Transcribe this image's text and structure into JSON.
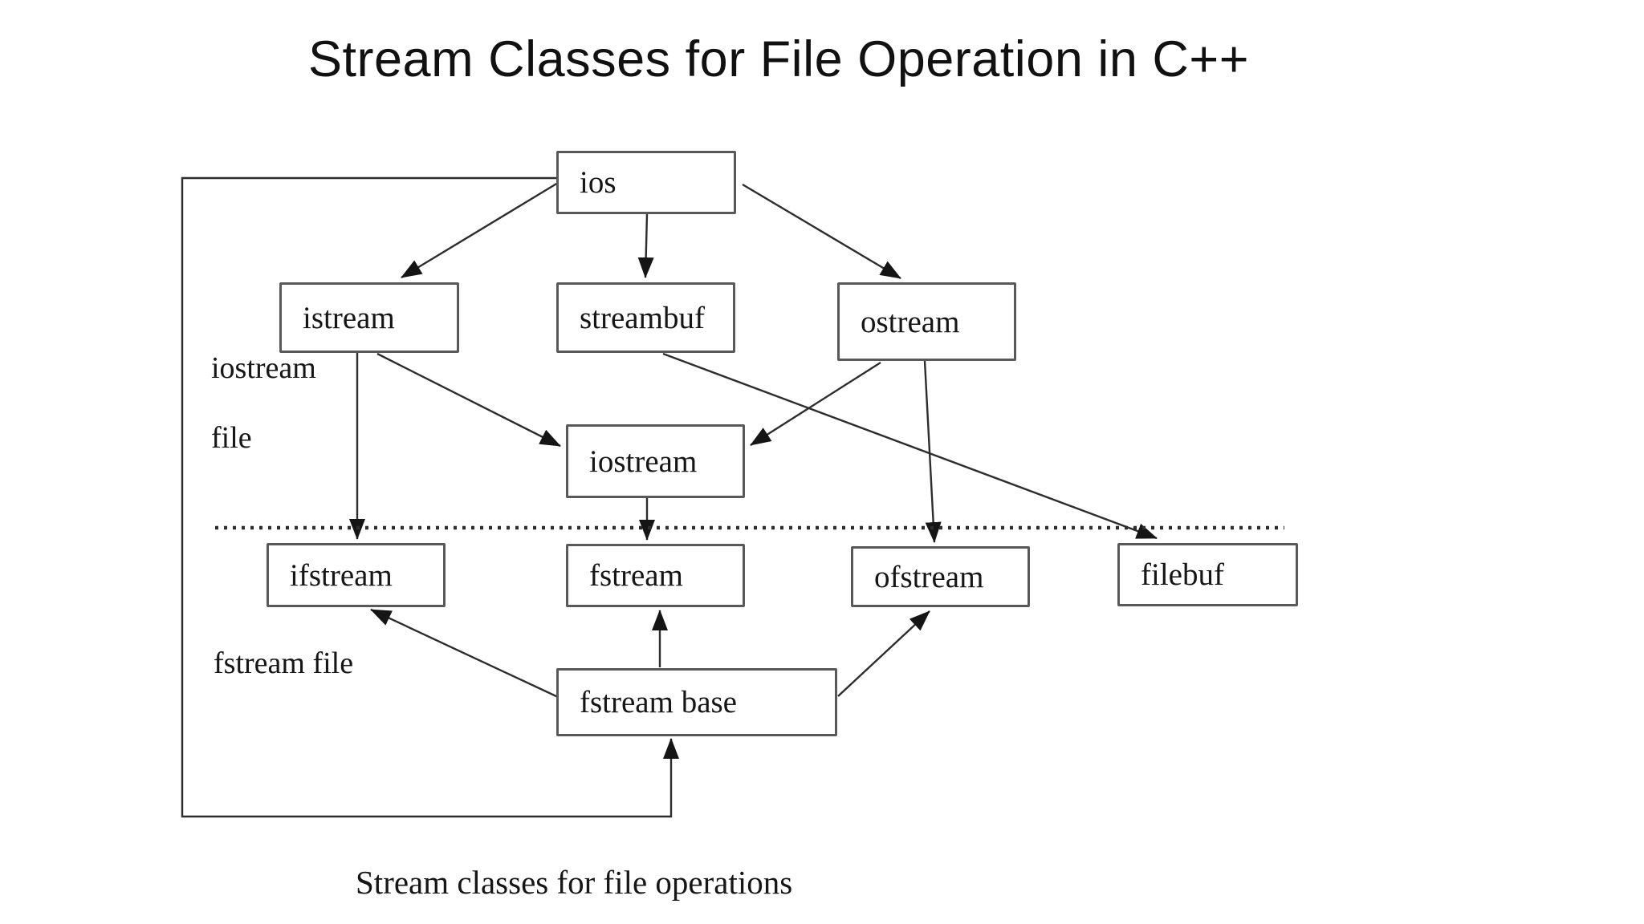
{
  "title": {
    "text": "Stream Classes for File Operation in C++"
  },
  "caption": {
    "text": "Stream classes for file operations"
  },
  "region_labels": {
    "above_line1": "iostream",
    "above_line2": "file",
    "below": "fstream file"
  },
  "diagram": {
    "nodes": {
      "ios": {
        "label": "ios"
      },
      "istream": {
        "label": "istream"
      },
      "streambuf": {
        "label": "streambuf"
      },
      "ostream": {
        "label": "ostream"
      },
      "iostream": {
        "label": "iostream"
      },
      "ifstream": {
        "label": "ifstream"
      },
      "fstream": {
        "label": "fstream"
      },
      "ofstream": {
        "label": "ofstream"
      },
      "filebuf": {
        "label": "filebuf"
      },
      "fstream_base": {
        "label": "fstream base"
      }
    },
    "edges": [
      {
        "from": "ios",
        "to": "istream"
      },
      {
        "from": "ios",
        "to": "streambuf"
      },
      {
        "from": "ios",
        "to": "ostream"
      },
      {
        "from": "istream",
        "to": "iostream"
      },
      {
        "from": "ostream",
        "to": "iostream"
      },
      {
        "from": "streambuf",
        "to": "filebuf"
      },
      {
        "from": "istream",
        "to": "ifstream"
      },
      {
        "from": "iostream",
        "to": "fstream"
      },
      {
        "from": "ostream",
        "to": "ofstream"
      },
      {
        "from": "fstream_base",
        "to": "ifstream"
      },
      {
        "from": "fstream_base",
        "to": "fstream"
      },
      {
        "from": "fstream_base",
        "to": "ofstream"
      },
      {
        "from": "ios",
        "to": "fstream_base",
        "note": "left-side loop line"
      }
    ],
    "divider": {
      "style": "dotted horizontal line separating iostream file classes from fstream file classes"
    }
  },
  "colors": {
    "background": "#ffffff",
    "box_border": "#595959",
    "box_fill": "#ffffff",
    "line": "#2d2d2d",
    "arrow_fill": "#151515",
    "text": "#161616"
  }
}
